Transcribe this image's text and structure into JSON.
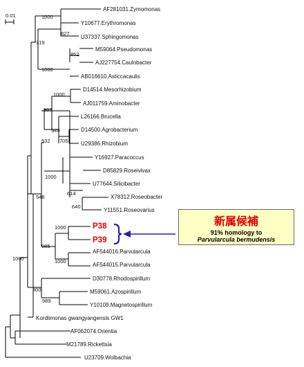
{
  "scale_bar": {
    "label": "0.01"
  },
  "taxa": {
    "zymomonas": "AF281031.Zymomonas",
    "erythromonas": "Y10677.Erythromonas",
    "sphingomonas": "U37337.Sphingomonas",
    "pseudomonas": "M59064.Pseudomonas",
    "caulobacter": "AJ227754.Caulobacter",
    "asticcacaulis": "AB016610.Asticcacaulis",
    "mesorhizobium": "D14514.Mesorhizobium",
    "aminobacter": "AJ011759.Aminobacter",
    "brucella": "L26166.Brucella",
    "agrobacterium": "D14500.Agrobacterium",
    "rhizobium": "U29386.Rhizobium",
    "paracoccus": "Y16927.Paracoccus",
    "roseivivax": "D85829.Roseivivax",
    "silicibacter": "U77644.Silicibacter",
    "roseobacter": "X78312.Roseobacter",
    "roseovarius": "Y11551.Roseovarius",
    "p38": "P38",
    "p39": "P39",
    "parvularcula1": "AF544016.Parvularcula",
    "parvularcula2": "AF544015.Parvularcula",
    "rhodospirillum": "D30778.Rhodospirillum",
    "azospirillum": "M59061.Azospirillum",
    "magnetospirillum": "Y10109.Magnetospirillum",
    "kordiimonas": "Kordiimonas gwangyangensis GW1",
    "orientia": "AF062074.Orientia",
    "rickettsia": "M21789.Rickettsia",
    "wolbachia": "U23709.Wolbachia"
  },
  "bootstrap": {
    "sphingo_clade": "1000",
    "ery_sphingo": "827",
    "sphingo_caulo": "319",
    "caulo_group": "1000",
    "pseudo_caulo": "852",
    "meso_amino": "1000",
    "rhizobiales": "967",
    "bru_agro_rhizo": "949",
    "agro_rhizo": "705",
    "rhizo_rhodo": "532",
    "rhodobacterales": "1000",
    "rosei_group": "614",
    "roseo_roseovarius": "640",
    "alpha_core": "548",
    "p38_p39": "1000",
    "parvularcula": "1000",
    "p_parvularcula": "985",
    "rhodospirillales": "800",
    "azo_magneto": "989",
    "root_left": "1000"
  },
  "callout": {
    "title": "新属候補",
    "line1": "91% homology to",
    "line2": "Parvularcula bermudensis"
  },
  "colors": {
    "highlight": "#e00000",
    "bracket": "#2222aa",
    "arrow": "#2222aa",
    "callout_bg": "#ffffc6",
    "line": "#000000"
  }
}
